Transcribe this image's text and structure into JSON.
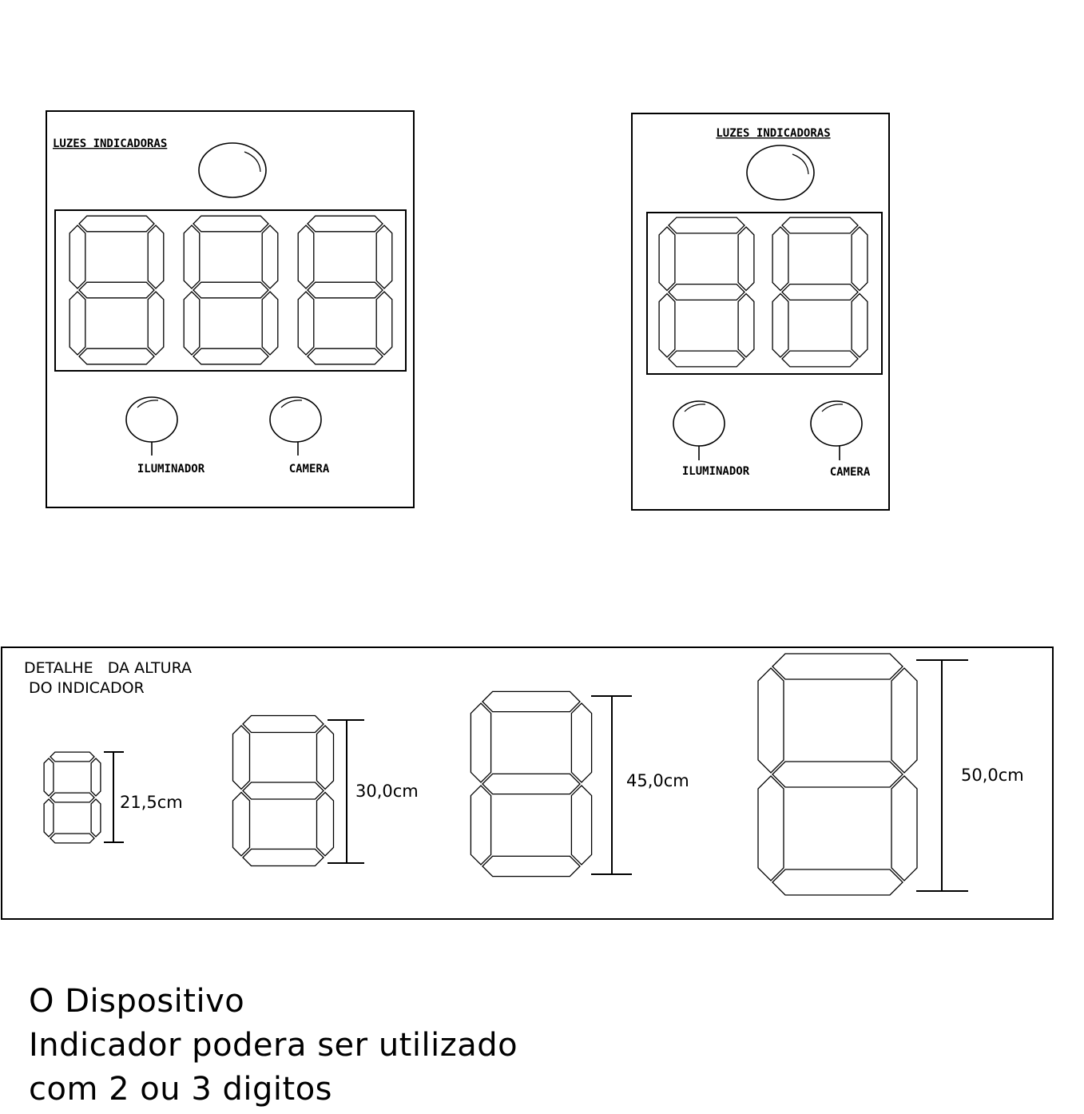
{
  "panel_left": {
    "title": "LUZES INDICADORAS",
    "digit_count": 3,
    "labels": [
      "ILUMINADOR",
      "CAMERA"
    ]
  },
  "panel_right": {
    "title": "LUZES INDICADORAS",
    "digit_count": 2,
    "labels": [
      "ILUMINADOR",
      "CAMERA"
    ]
  },
  "detail": {
    "title_line1": "DETALHE   DA ALTURA",
    "title_line2": "DO INDICADOR",
    "heights": [
      "21,5cm",
      "30,0cm",
      "45,0cm",
      "50,0cm"
    ]
  },
  "caption": [
    "O Dispositivo",
    "Indicador podera ser utilizado",
    "com 2 ou 3 digitos"
  ]
}
